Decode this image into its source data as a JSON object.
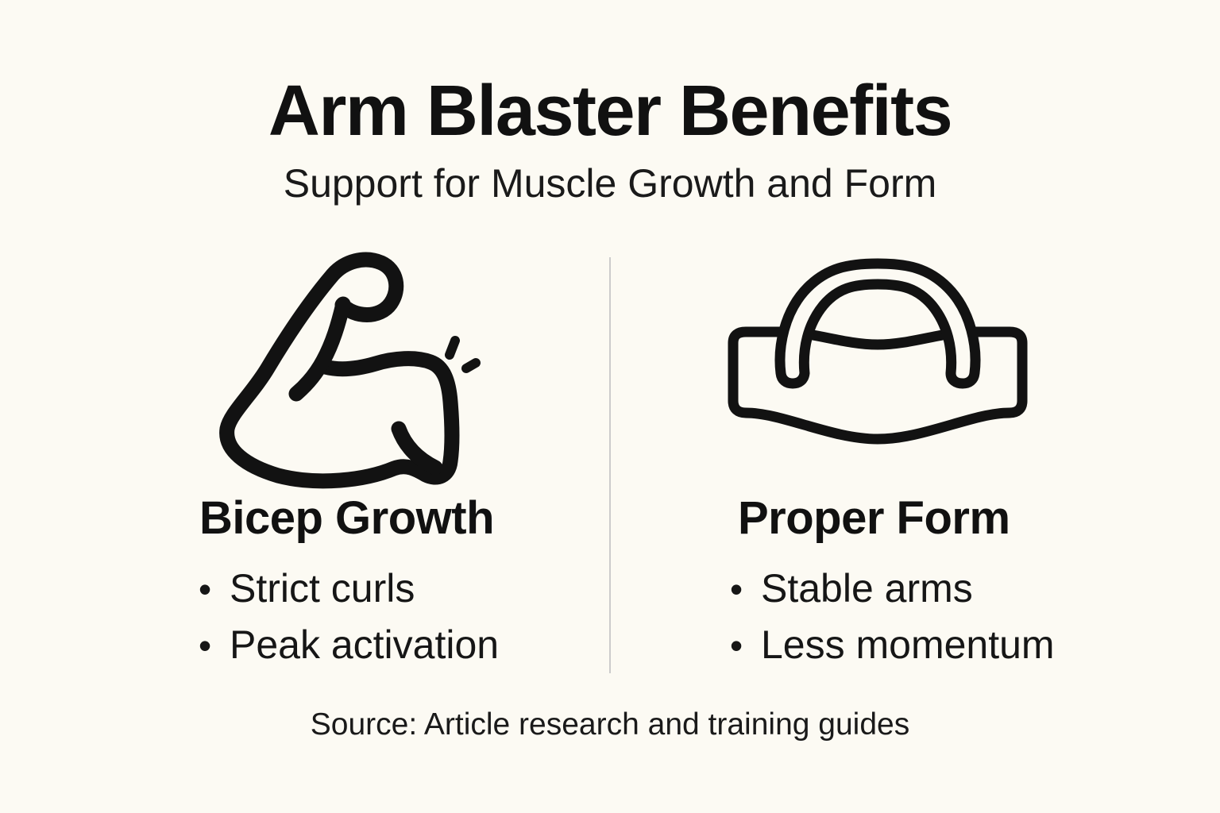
{
  "page": {
    "background": "#FCFAF3",
    "text_color": "#141414",
    "divider_color": "#cccccc",
    "icon_stroke_color": "#121212"
  },
  "header": {
    "title": "Arm Blaster Benefits",
    "subtitle": "Support for Muscle Growth and Form"
  },
  "columns": [
    {
      "icon": "flexed-bicep-icon",
      "heading": "Bicep Growth",
      "bullets": [
        "Strict curls",
        "Peak activation"
      ]
    },
    {
      "icon": "arm-blaster-icon",
      "heading": "Proper Form",
      "bullets": [
        "Stable arms",
        "Less momentum"
      ]
    }
  ],
  "footer": {
    "source": "Source: Article research and training guides"
  }
}
